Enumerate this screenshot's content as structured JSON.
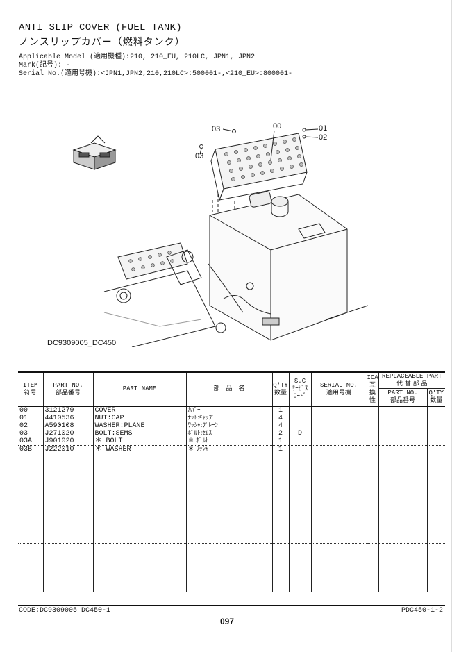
{
  "header": {
    "title_en": "ANTI SLIP COVER (FUEL TANK)",
    "title_jp": "ノンスリップカバー（燃料タンク）",
    "applicable_model": "Applicable Model (適用機種):210, 210_EU, 210LC, JPN1, JPN2",
    "mark": "Mark(記号): -",
    "serial": "Serial No.(適用号機):<JPN1,JPN2,210,210LC>:500001-,<210_EU>:800001-"
  },
  "figure": {
    "code": "DC9309005_DC450",
    "callouts": [
      "00",
      "01",
      "02",
      "03",
      "03"
    ]
  },
  "table": {
    "headers": {
      "item": [
        "ITEM",
        "符号"
      ],
      "part_no": [
        "PART NO.",
        "部品番号"
      ],
      "part_name": "PART NAME",
      "jp_name": "部　品　名",
      "qty": [
        "Q'TY",
        "数量"
      ],
      "sc": [
        "S.C",
        "ｻｰﾋﾞｽ",
        "ｺｰﾄﾞ"
      ],
      "serial": [
        "SERIAL NO.",
        "適用号機"
      ],
      "ica": [
        "ICA",
        "互",
        "換",
        "性"
      ],
      "replaceable": [
        "REPLACEABLE PART",
        "代 替 部 品"
      ],
      "rp_part_no": [
        "PART NO.",
        "部品番号"
      ],
      "rp_qty": [
        "Q'TY",
        "数量"
      ]
    },
    "rows": [
      {
        "item": "00",
        "part_no": "3121279",
        "name": "COVER",
        "jp": "ｶﾊﾞｰ",
        "qty": "1",
        "sc": ""
      },
      {
        "item": "01",
        "part_no": "4410536",
        "name": "NUT:CAP",
        "jp": "ﾅｯﾄ:ｷｬｯﾌﾟ",
        "qty": "4",
        "sc": ""
      },
      {
        "item": "02",
        "part_no": "A590108",
        "name": "WASHER:PLANE",
        "jp": "ﾜｯｼｬ:ﾌﾟﾚｰﾝ",
        "qty": "4",
        "sc": ""
      },
      {
        "item": "03",
        "part_no": "J271020",
        "name": "BOLT:SEMS",
        "jp": "ﾎﾞﾙﾄ:ｾﾑｽ",
        "qty": "2",
        "sc": "D"
      },
      {
        "item": "03A",
        "part_no": "J901020",
        "name": "＊ BOLT",
        "jp": "＊ ﾎﾞﾙﾄ",
        "qty": "1",
        "sc": ""
      },
      {
        "item": "03B",
        "part_no": "J222010",
        "name": "＊ WASHER",
        "jp": "＊ ﾜｯｼｬ",
        "qty": "1",
        "sc": ""
      }
    ]
  },
  "footer": {
    "code": "CODE:DC9309005_DC450-1",
    "page": "097",
    "page_id": "PDC450-1-2"
  }
}
